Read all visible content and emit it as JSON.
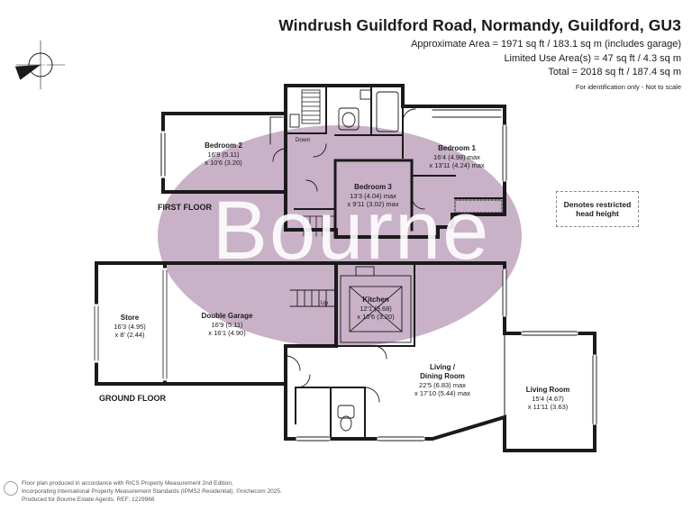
{
  "header": {
    "title": "Windrush Guildford Road, Normandy, Guildford, GU3",
    "approximate_area": "Approximate Area = 1971 sq ft / 183.1 sq m (includes garage)",
    "limited_use_area": "Limited Use Area(s) = 47 sq ft / 4.3 sq m",
    "total": "Total = 2018 sq ft / 187.4 sq m",
    "identification_note": "For identification only - Not to scale"
  },
  "compass": {
    "label": "N",
    "icon": "compass-icon"
  },
  "watermark": {
    "text": "Bourne"
  },
  "floors": {
    "first": "FIRST FLOOR",
    "ground": "GROUND FLOOR"
  },
  "rooms": {
    "bedroom2": {
      "name": "Bedroom 2",
      "dim1": "16'9 (5.11)",
      "dim2": "x 10'6 (3.20)"
    },
    "bedroom1": {
      "name": "Bedroom 1",
      "dim1": "16'4 (4.98) max",
      "dim2": "x 13'11 (4.24) max"
    },
    "bedroom3": {
      "name": "Bedroom 3",
      "dim1": "13'3 (4.04) max",
      "dim2": "x 9'11 (3.02) max"
    },
    "kitchen": {
      "name": "Kitchen",
      "dim1": "12'1 (3.68)",
      "dim2": "x 10'6 (3.20)"
    },
    "store": {
      "name": "Store",
      "dim1": "16'3 (4.95)",
      "dim2": "x 8' (2.44)"
    },
    "garage": {
      "name": "Double Garage",
      "dim1": "16'9 (5.11)",
      "dim2": "x 16'1 (4.90)"
    },
    "living_dining": {
      "name": "Living /",
      "name2": "Dining Room",
      "dim1": "22'5 (6.83) max",
      "dim2": "x 17'10 (5.44) max"
    },
    "living_room": {
      "name": "Living Room",
      "dim1": "15'4 (4.67)",
      "dim2": "x 11'11 (3.63)"
    }
  },
  "stairs": {
    "down": "Down",
    "up": "Up"
  },
  "legend": {
    "line1": "Denotes restricted",
    "line2": "head height"
  },
  "footer": {
    "line1": "Floor plan produced in accordance with RICS Property Measurement 2nd Edition,",
    "line2": "Incorporating International Property Measurement Standards (IPMS2 Residential).  ©nichecom 2025.",
    "line3": "Produced for Bourne Estate Agents.  REF: 1229968"
  },
  "colors": {
    "watermark": "#c3a8c2",
    "walls": "#1a1a1a"
  }
}
